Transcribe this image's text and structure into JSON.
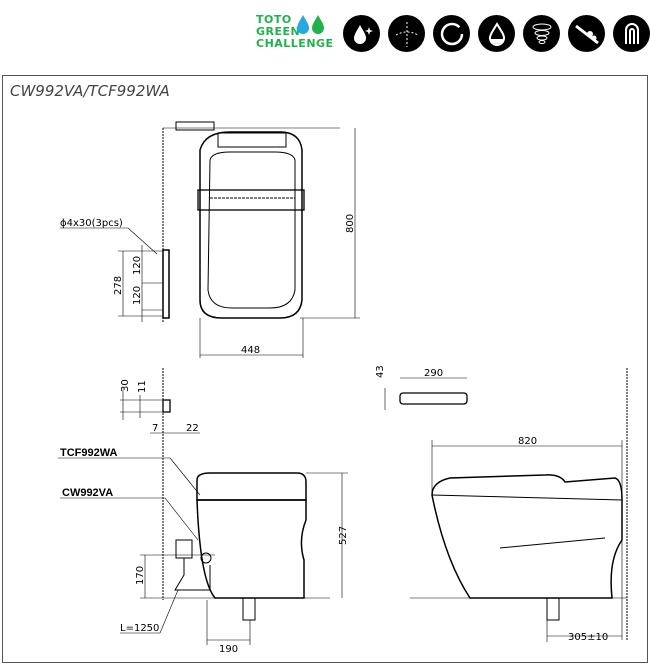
{
  "header": {
    "green_challenge": [
      "TOTO",
      "GREEN",
      "CHALLENGE"
    ],
    "feature_icons": [
      "water-sparkle-icon",
      "spray-nozzle-icon",
      "rotation-cycle-icon",
      "water-drop-icon",
      "tornado-flush-icon",
      "glaze-surface-icon",
      "siphon-trap-icon"
    ],
    "colors": {
      "green": "#1fb24a",
      "blue": "#29a8e0"
    }
  },
  "title": "CW992VA/TCF992WA",
  "dimensions": {
    "screw": "ϕ4x30(3pcs)",
    "d278": "278",
    "d120a": "120",
    "d120b": "120",
    "d800": "800",
    "d448": "448",
    "d30": "30",
    "d11": "11",
    "d7": "7",
    "d22": "22",
    "d43": "43",
    "d290": "290",
    "d820": "820",
    "d527": "527",
    "d170": "170",
    "d190": "190",
    "d305": "305±10",
    "cable": "L=1250"
  },
  "labels": {
    "seat": "TCF992WA",
    "bowl": "CW992VA"
  }
}
